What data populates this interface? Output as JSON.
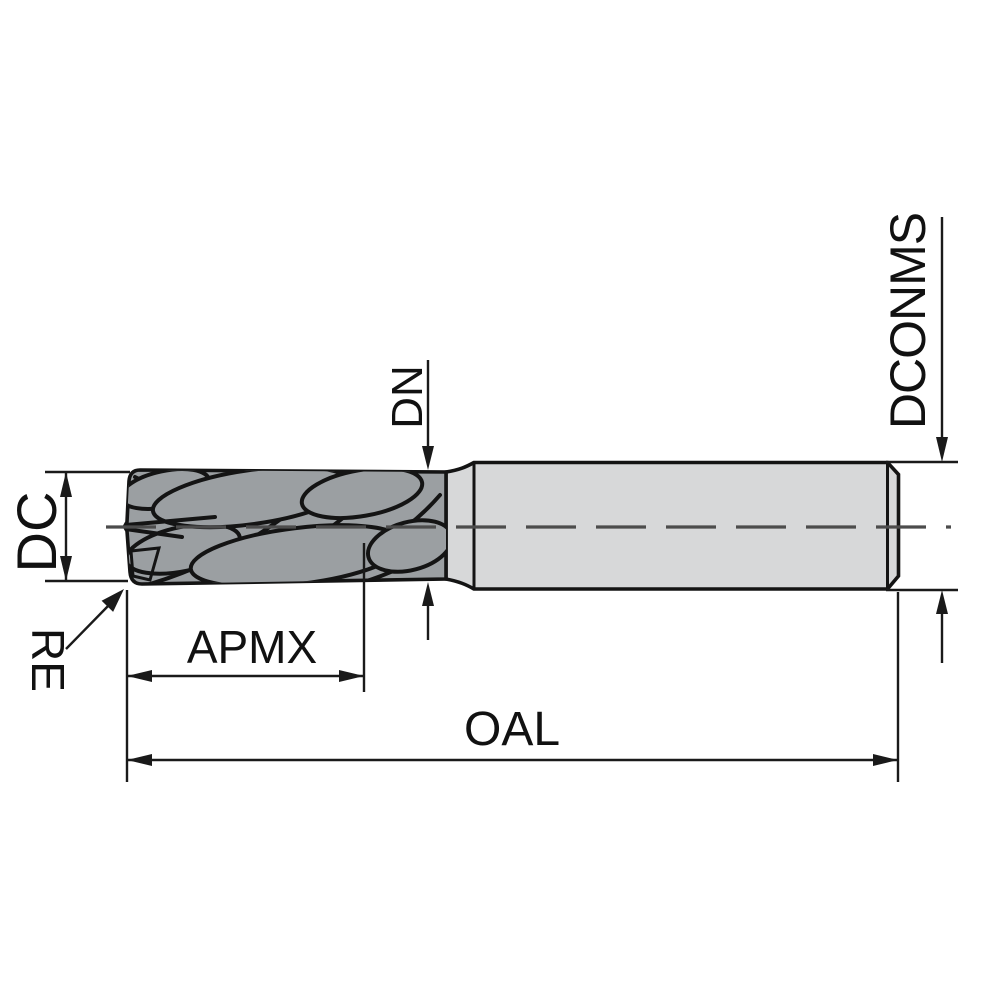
{
  "page": {
    "title": "End mill dimension drawing",
    "background": "#ffffff"
  },
  "drawing": {
    "tool": "solid-end-mill-side-view",
    "labels": {
      "dc": "DC",
      "re": "RE",
      "apmx": "APMX",
      "oal": "OAL",
      "dn": "DN",
      "dconms": "DCONMS"
    },
    "colors": {
      "flute_gray": "#9b9fa2",
      "shank_gray": "#d7d8d9",
      "outline": "#141414",
      "dimension": "#1a1a1a",
      "centerline": "#4c4c4c",
      "label_text": "#111111"
    }
  }
}
